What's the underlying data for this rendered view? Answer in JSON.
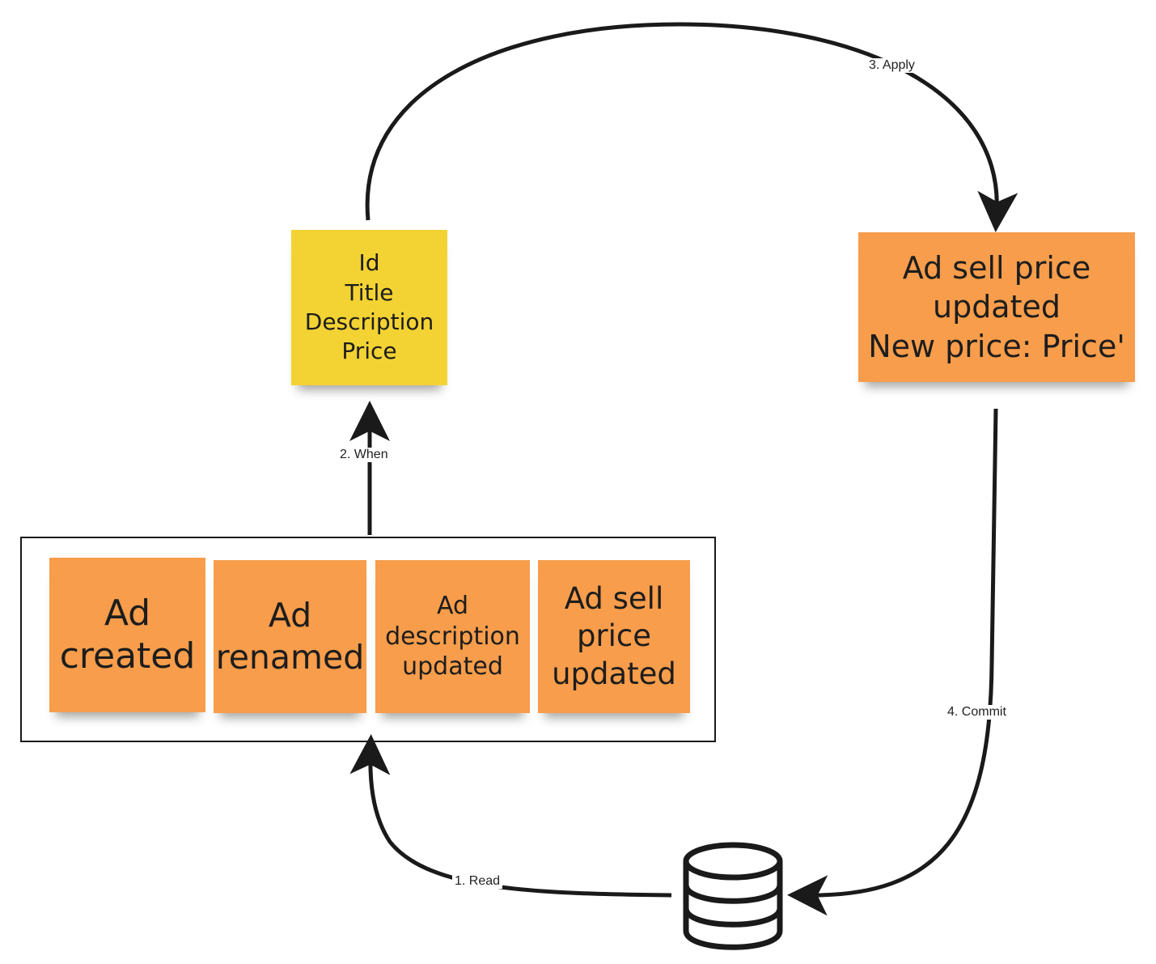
{
  "stickies": {
    "state": {
      "text": "Id\nTitle\nDescription\nPrice",
      "color": "#f3d333"
    },
    "new_event": {
      "text": "Ad sell price\nupdated\nNew price: Price'",
      "color": "#f79d4b"
    },
    "events": [
      {
        "text": "Ad\ncreated",
        "color": "#f79d4b"
      },
      {
        "text": "Ad\nrenamed",
        "color": "#f79d4b"
      },
      {
        "text": "Ad\ndescription\nupdated",
        "color": "#f79d4b"
      },
      {
        "text": "Ad sell\nprice\nupdated",
        "color": "#f79d4b"
      }
    ]
  },
  "edges": {
    "read": "1. Read",
    "when": "2. When",
    "apply": "3. Apply",
    "commit": "4. Commit"
  },
  "icons": {
    "store": "database-icon"
  }
}
